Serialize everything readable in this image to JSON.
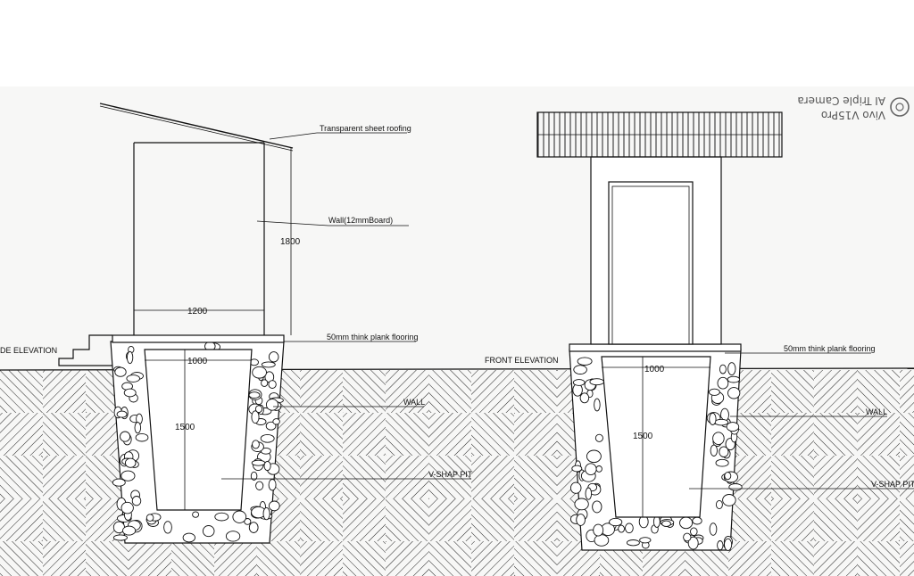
{
  "side_view": {
    "title": "DE ELEVATION",
    "labels": {
      "roof": "Transparent sheet roofing",
      "wall_board": "Wall(12mmBoard)",
      "floor": "50mm think plank flooring",
      "wall": "WALL",
      "pit": "V-SHAP PIT"
    },
    "dims": {
      "height": "1800",
      "width": "1200",
      "pit_width": "1000",
      "pit_depth": "1500"
    }
  },
  "front_view": {
    "title": "FRONT ELEVATION",
    "labels": {
      "floor": "50mm think plank flooring",
      "wall": "WALL",
      "pit": "V-SHAP PIT"
    },
    "dims": {
      "pit_width": "1000",
      "pit_depth": "1500"
    }
  },
  "watermark": {
    "line1": "Vivo V15Pro",
    "line2": "AI Triple Camera"
  }
}
